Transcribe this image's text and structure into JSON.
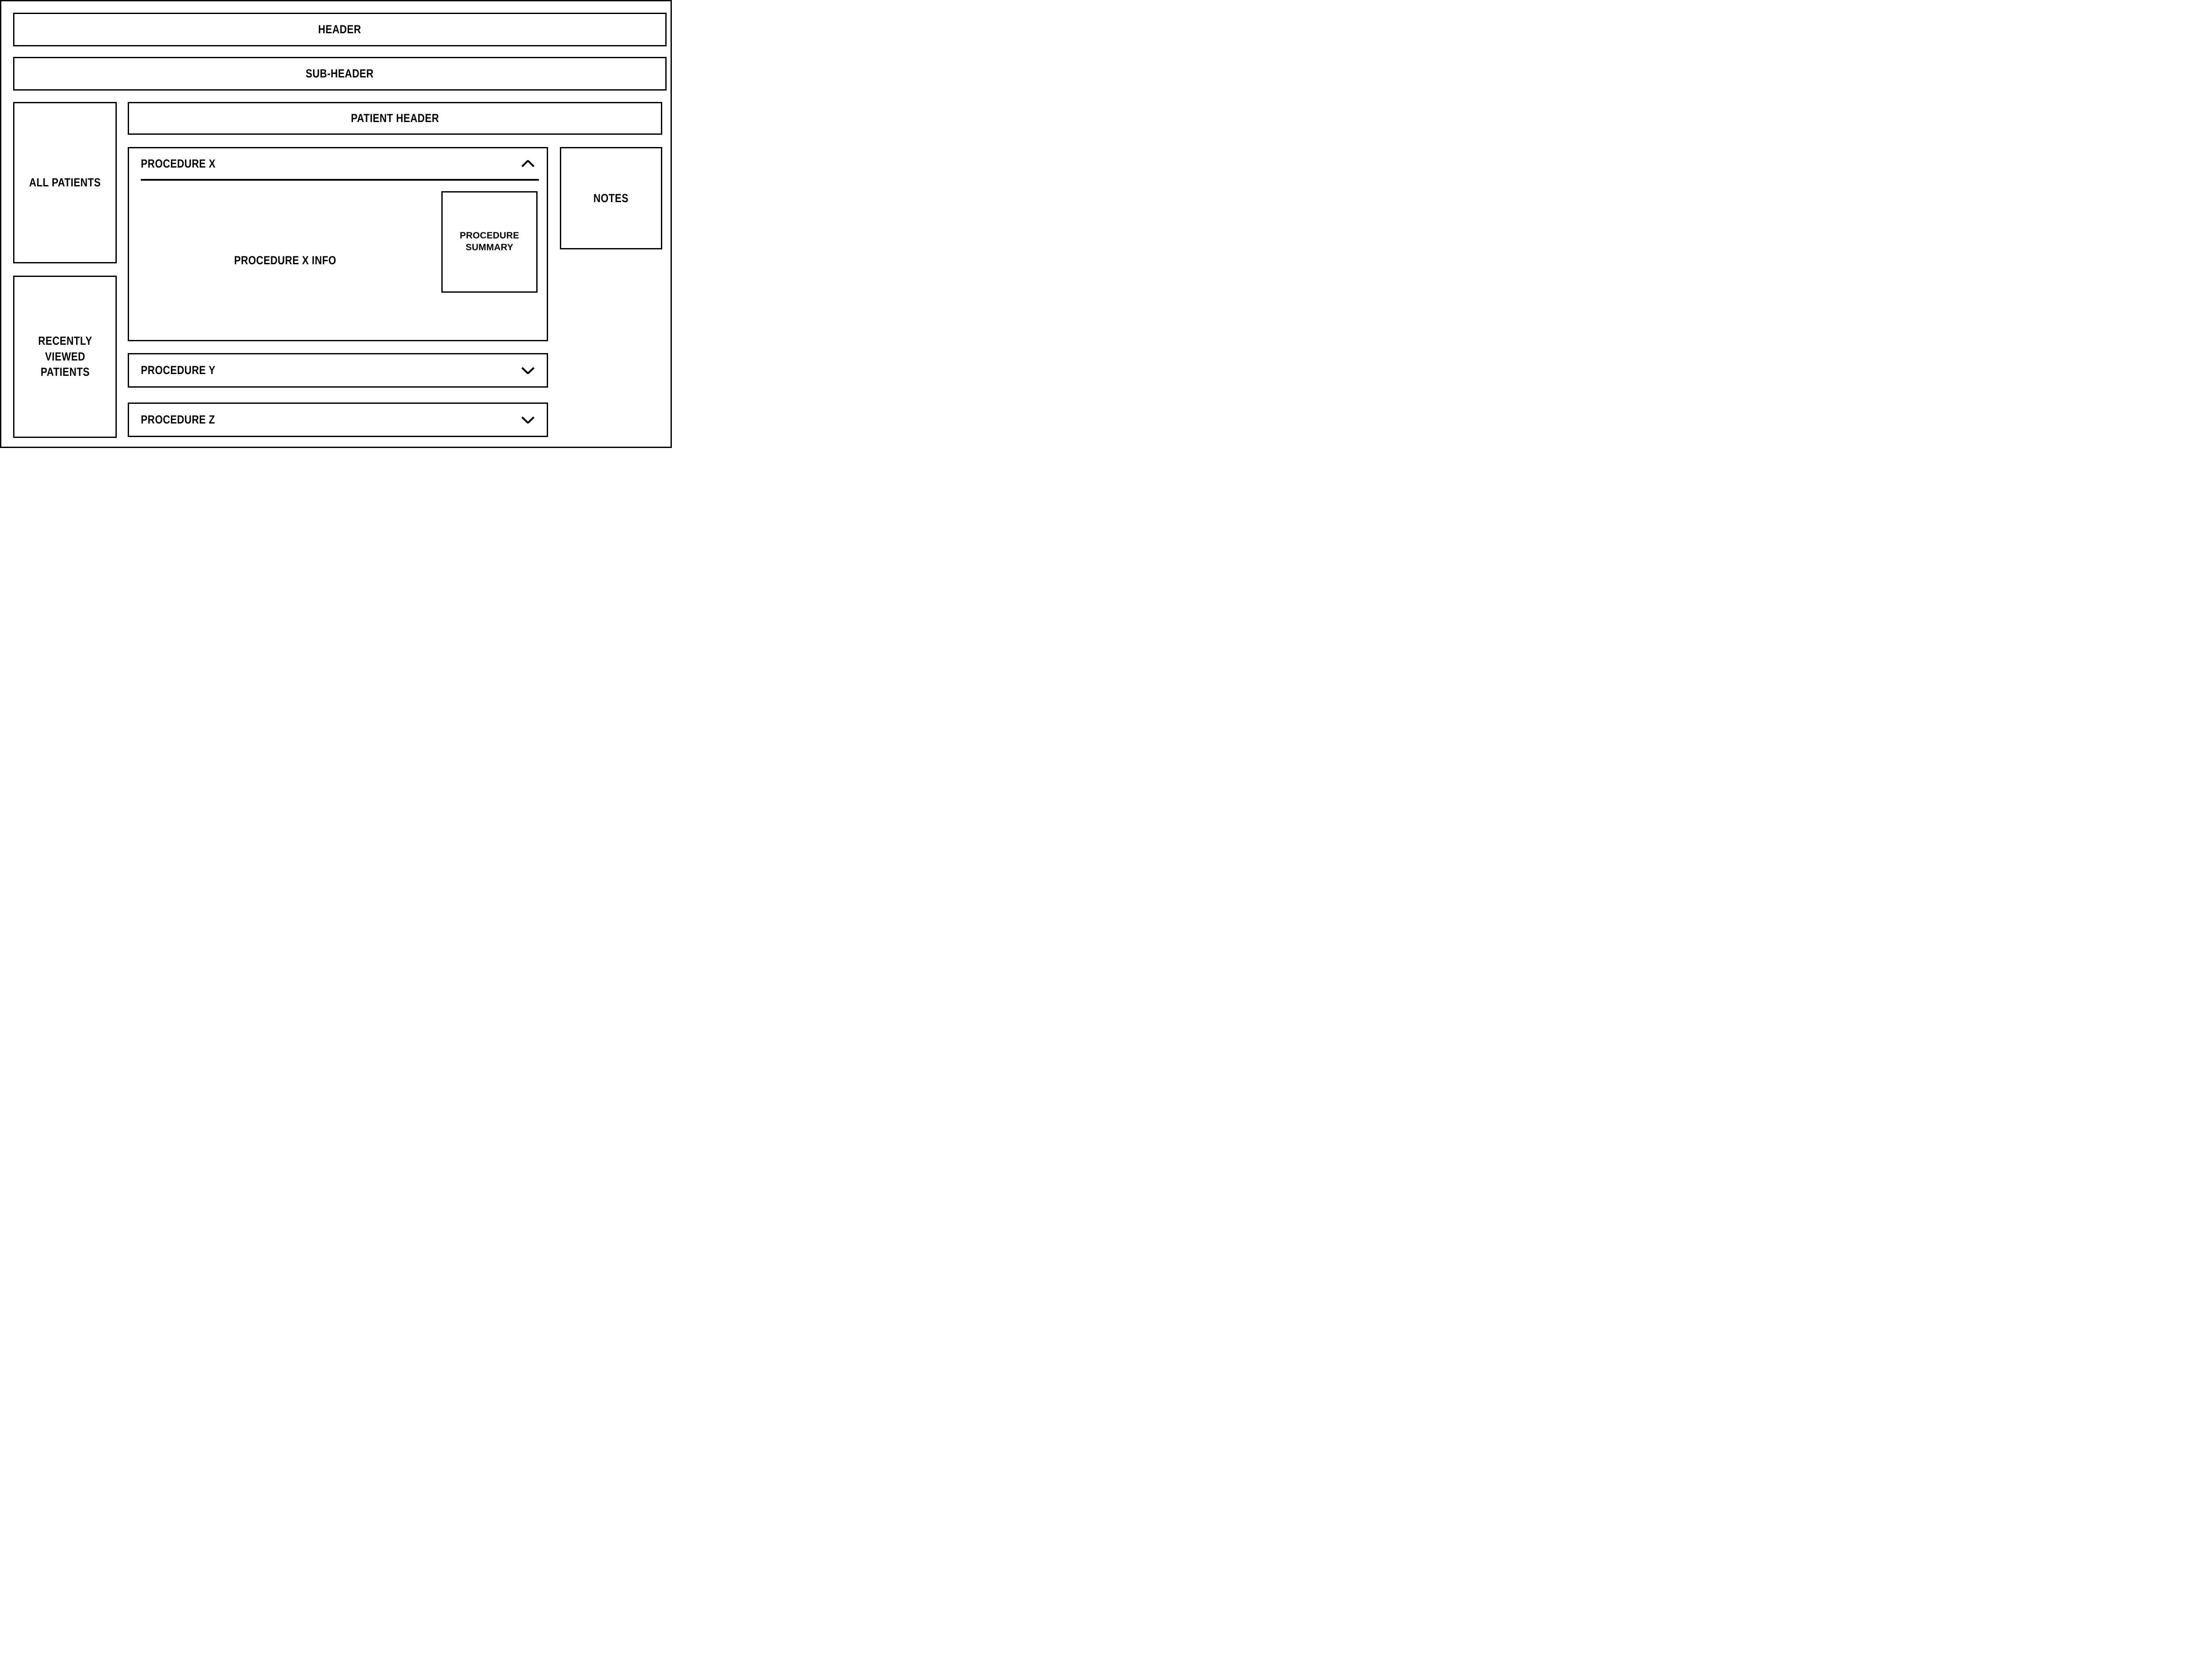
{
  "colors": {
    "ink": "#000000",
    "paper": "#ffffff"
  },
  "header": {
    "label": "HEADER"
  },
  "subheader": {
    "label": "SUB-HEADER"
  },
  "sidebar": {
    "all_patients": {
      "label": "ALL PATIENTS"
    },
    "recently_viewed": {
      "label": "RECENTLY VIEWED PATIENTS"
    }
  },
  "patient_header": {
    "label": "PATIENT HEADER"
  },
  "notes": {
    "label": "NOTES"
  },
  "procedures": [
    {
      "label": "PROCEDURE X",
      "expanded": true,
      "chevron_icon": "chevron-up-icon",
      "info": {
        "label": "PROCEDURE X INFO"
      },
      "summary": {
        "label": "PROCEDURE SUMMARY"
      }
    },
    {
      "label": "PROCEDURE Y",
      "expanded": false,
      "chevron_icon": "chevron-down-icon"
    },
    {
      "label": "PROCEDURE Z",
      "expanded": false,
      "chevron_icon": "chevron-down-icon"
    }
  ]
}
